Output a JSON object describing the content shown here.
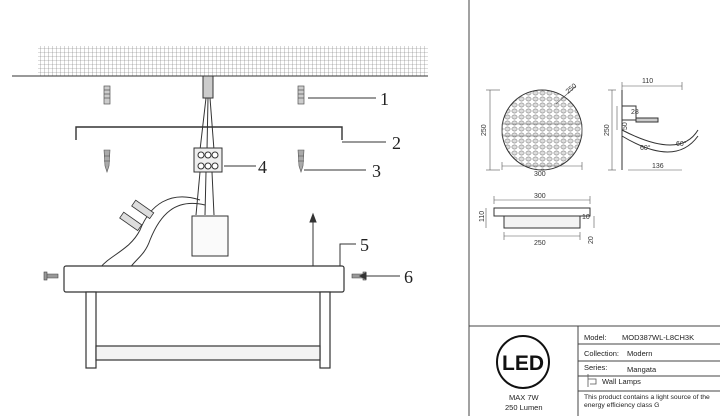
{
  "callouts": [
    "1",
    "2",
    "3",
    "4",
    "5",
    "6"
  ],
  "dimensions": {
    "front_width": "300",
    "front_height": "250",
    "front_diag": "250",
    "side_depth": "110",
    "side_height": "250",
    "side_small1": "50",
    "side_small2": "28",
    "side_bottom": "136",
    "side_angle1": "60°",
    "side_angle2": "60°",
    "top_width": "300",
    "top_height": "110",
    "top_inner": "250",
    "top_small": "10",
    "top_side": "20"
  },
  "spec": {
    "logo_text": "LED",
    "power": "MAX 7W",
    "lumen": "250 Lumen",
    "model_label": "Model:",
    "model_value": "MOD387WL-L8CH3K",
    "collection_label": "Collection:",
    "collection_value": "Modern",
    "series_label": "Series:",
    "series_value": "Mangata",
    "type_value": "Wall Lamps",
    "note": "This product contains a light source of the energy efficiency class G"
  }
}
